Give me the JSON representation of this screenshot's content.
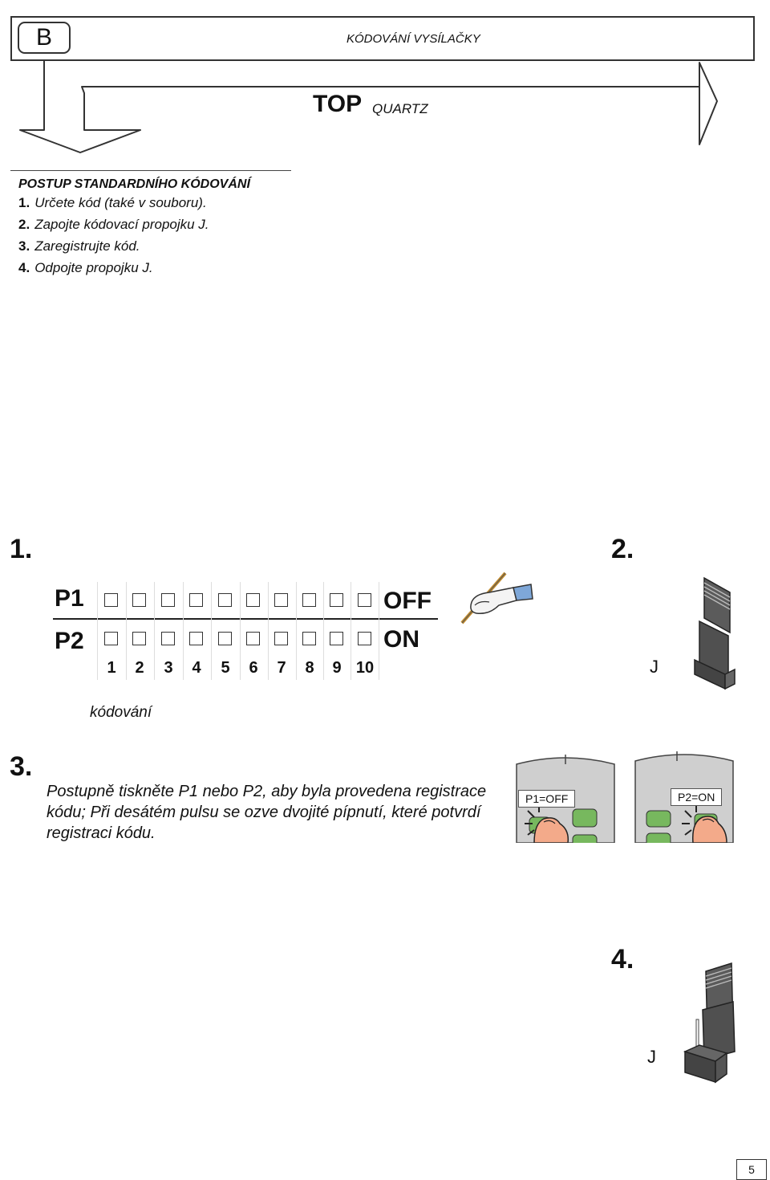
{
  "header": {
    "section_letter": "B",
    "title": "KÓDOVÁNÍ VYSÍLAČKY"
  },
  "product": {
    "name": "TOP",
    "model": "QUARTZ"
  },
  "procedure": {
    "title": "POSTUP STANDARDNÍHO KÓDOVÁNÍ",
    "steps": [
      {
        "num": "1.",
        "text": "Určete kód (také v souboru)."
      },
      {
        "num": "2.",
        "text": "Zapojte kódovací propojku J."
      },
      {
        "num": "3.",
        "text": "Zaregistrujte kód."
      },
      {
        "num": "4.",
        "text": "Odpojte propojku J."
      }
    ]
  },
  "figure1": {
    "number": "1.",
    "row_p1": "P1",
    "row_p2": "P2",
    "state_off": "OFF",
    "state_on": "ON",
    "dip_numbers": [
      "1",
      "2",
      "3",
      "4",
      "5",
      "6",
      "7",
      "8",
      "9",
      "10"
    ],
    "caption": "kódování"
  },
  "figure2": {
    "number": "2.",
    "jumper_label": "J"
  },
  "figure3": {
    "number": "3.",
    "text": "Postupně tiskněte P1 nebo P2, aby byla provedena registrace kódu; Při desátém pulsu se ozve dvojité pípnutí, které potvrdí registraci kódu.",
    "remote1_label": "P1=OFF",
    "remote2_label": "P2=ON"
  },
  "figure4": {
    "number": "4.",
    "jumper_label": "J"
  },
  "page_number": "5",
  "colors": {
    "jumper": "#585858",
    "button_green": "#77b85e",
    "skin": "#f3aa8a",
    "remote_body": "#cfcfcf"
  }
}
